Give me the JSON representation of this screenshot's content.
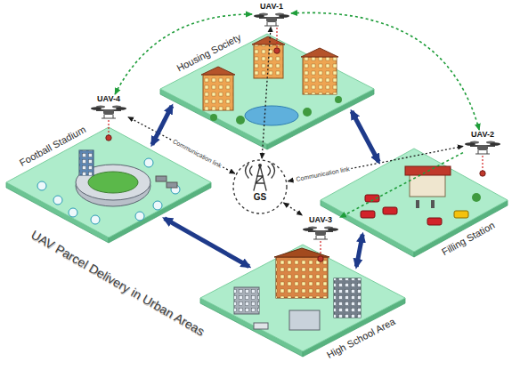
{
  "diagram": {
    "title": "UAV Parcel Delivery in Urban Areas",
    "nodes": [
      {
        "text": [
          "UAV-1"
        ]
      },
      {
        "text": [
          "Housing Society"
        ]
      },
      {
        "text": [
          "UAV-4"
        ]
      },
      {
        "text": [
          "Football Stadium"
        ]
      },
      {
        "text": [
          "GS"
        ]
      },
      {
        "text": [
          "UAV-2"
        ]
      },
      {
        "text": [
          "Filling Station"
        ]
      },
      {
        "text": [
          "UAV-3"
        ]
      },
      {
        "text": [
          "High School Area"
        ]
      }
    ],
    "edges": [
      {
        "from": 0,
        "to": 2,
        "arrow": "both"
      },
      {
        "from": 0,
        "to": 5,
        "arrow": "both"
      },
      {
        "from": 4,
        "to": 0,
        "arrow": "both"
      },
      {
        "from": 4,
        "to": 2,
        "arrow": "both",
        "label": "Communication link"
      },
      {
        "from": 4,
        "to": 5,
        "arrow": "both",
        "label": "Communication link"
      },
      {
        "from": 4,
        "to": 7,
        "arrow": "both"
      },
      {
        "from": 5,
        "to": 7,
        "arrow": "to"
      },
      {
        "from": 1,
        "to": 3,
        "arrow": "both"
      },
      {
        "from": 1,
        "to": 6,
        "arrow": "both"
      },
      {
        "from": 3,
        "to": 8,
        "arrow": "both"
      },
      {
        "from": 8,
        "to": 6,
        "arrow": "both"
      }
    ]
  }
}
